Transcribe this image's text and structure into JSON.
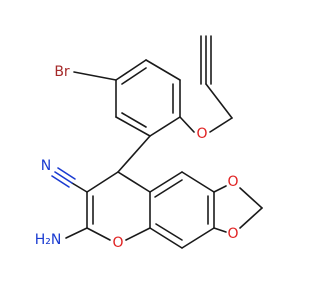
{
  "molecule": {
    "atoms": {
      "Br": {
        "text": "Br",
        "color": "#a52a2a"
      },
      "O1": {
        "text": "O",
        "color": "#e02020"
      },
      "O2": {
        "text": "O",
        "color": "#e02020"
      },
      "O3": {
        "text": "O",
        "color": "#e02020"
      },
      "O4": {
        "text": "O",
        "color": "#e02020"
      },
      "N": {
        "text": "N",
        "color": "#1a3bd1"
      },
      "H2N": {
        "text": "H₂N",
        "color": "#1a3bd1"
      }
    },
    "bond_color": "#1a1a1a",
    "background": "#ffffff"
  }
}
